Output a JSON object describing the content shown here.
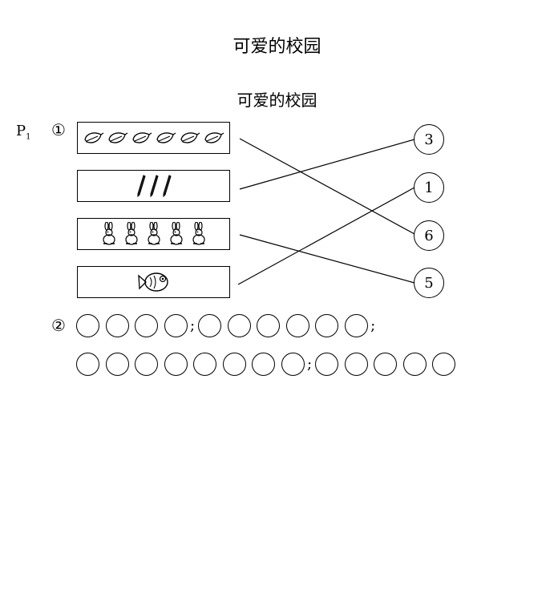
{
  "header": {
    "title": "可爱的校园",
    "subtitle": "可爱的校园"
  },
  "page_label": {
    "letter": "P",
    "subscript": "1"
  },
  "exercise1": {
    "number": "①",
    "boxes": [
      {
        "icon": "leaf-icon",
        "count": 6
      },
      {
        "icon": "pencil-icon",
        "count": 3
      },
      {
        "icon": "rabbit-icon",
        "count": 5
      },
      {
        "icon": "fish-icon",
        "count": 1
      }
    ],
    "answer_circles": [
      "3",
      "1",
      "6",
      "5"
    ],
    "matches": [
      {
        "box": 0,
        "circle": "6"
      },
      {
        "box": 1,
        "circle": "3"
      },
      {
        "box": 2,
        "circle": "5"
      },
      {
        "box": 3,
        "circle": "1"
      }
    ]
  },
  "exercise2": {
    "number": "②",
    "rows": [
      {
        "groups": [
          4,
          6
        ],
        "separator": ";"
      },
      {
        "groups": [
          8,
          5
        ],
        "separator": ";"
      }
    ]
  }
}
